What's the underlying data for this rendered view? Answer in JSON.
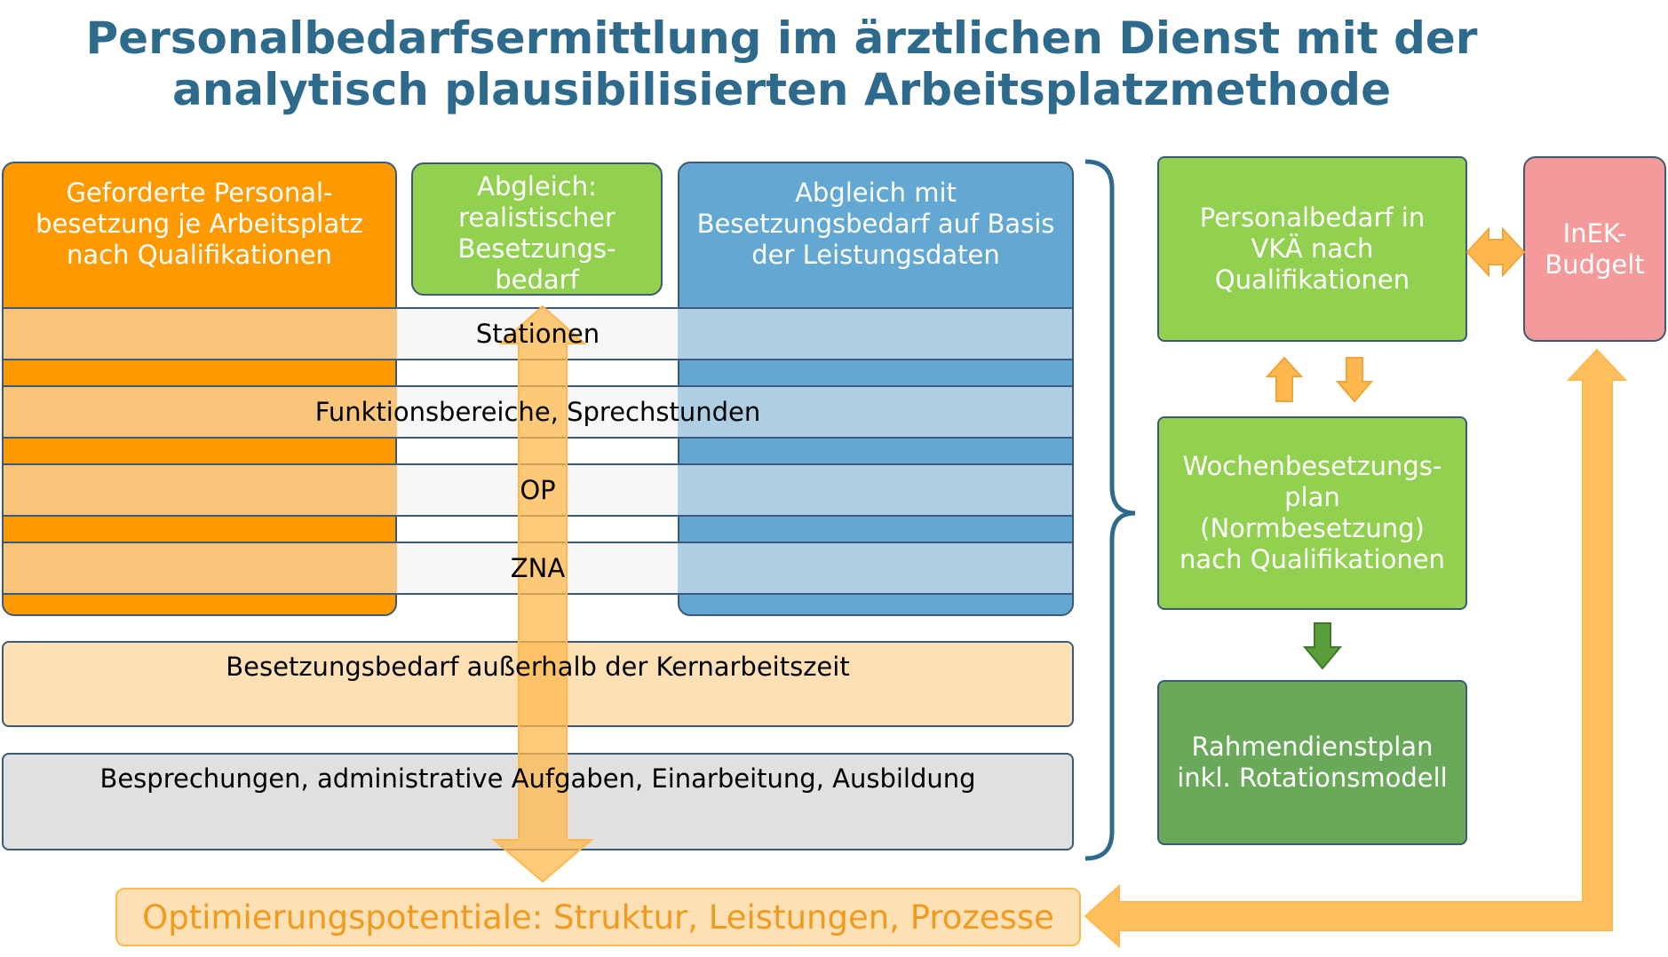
{
  "title_line1": "Personalbedarfsermittlung im ärztlichen Dienst mit der",
  "title_line2": "analytisch plausibilisierten Arbeitsplatzmethode",
  "columns": {
    "orange": "Geforderte Personal-\nbesetzung je Arbeitsplatz\nnach Qualifikationen",
    "green": "Abgleich:\nrealistischer\nBesetzungs-\nbedarf",
    "blue": "Abgleich mit\nBesetzungsbedarf auf Basis\nder Leistungsdaten"
  },
  "rows": [
    "Stationen",
    "Funktionsbereiche, Sprechstunden",
    "OP",
    "ZNA"
  ],
  "band_ausserhalb": "Besetzungsbedarf außerhalb der Kernarbeitszeit",
  "band_besprechungen": "Besprechungen, administrative Aufgaben, Einarbeitung, Ausbildung",
  "right_boxes": {
    "personalbedarf": "Personalbedarf in\nVKÄ nach\nQualifikationen",
    "inek": "InEK-\nBudgelt",
    "wochenbesetzung": "Wochenbesetzungs-\nplan\n(Normbesetzung)\nnach Qualifikationen",
    "rahmendienstplan": "Rahmendienstplan\ninkl. Rotationsmodell"
  },
  "optimierung": "Optimierungspotentiale: Struktur, Leistungen, Prozesse",
  "colors": {
    "title": "#2e6a8c",
    "orange": "#ff9900",
    "orange_light": "#f8c57a",
    "green": "#92d050",
    "blue": "#63a7d3",
    "blue_light": "#aecee3",
    "dark_green": "#6aa95a",
    "pink": "#f59a9a",
    "peach": "#fde0b4",
    "gray": "#e0e0e0",
    "arrow": "#ffb84d"
  }
}
